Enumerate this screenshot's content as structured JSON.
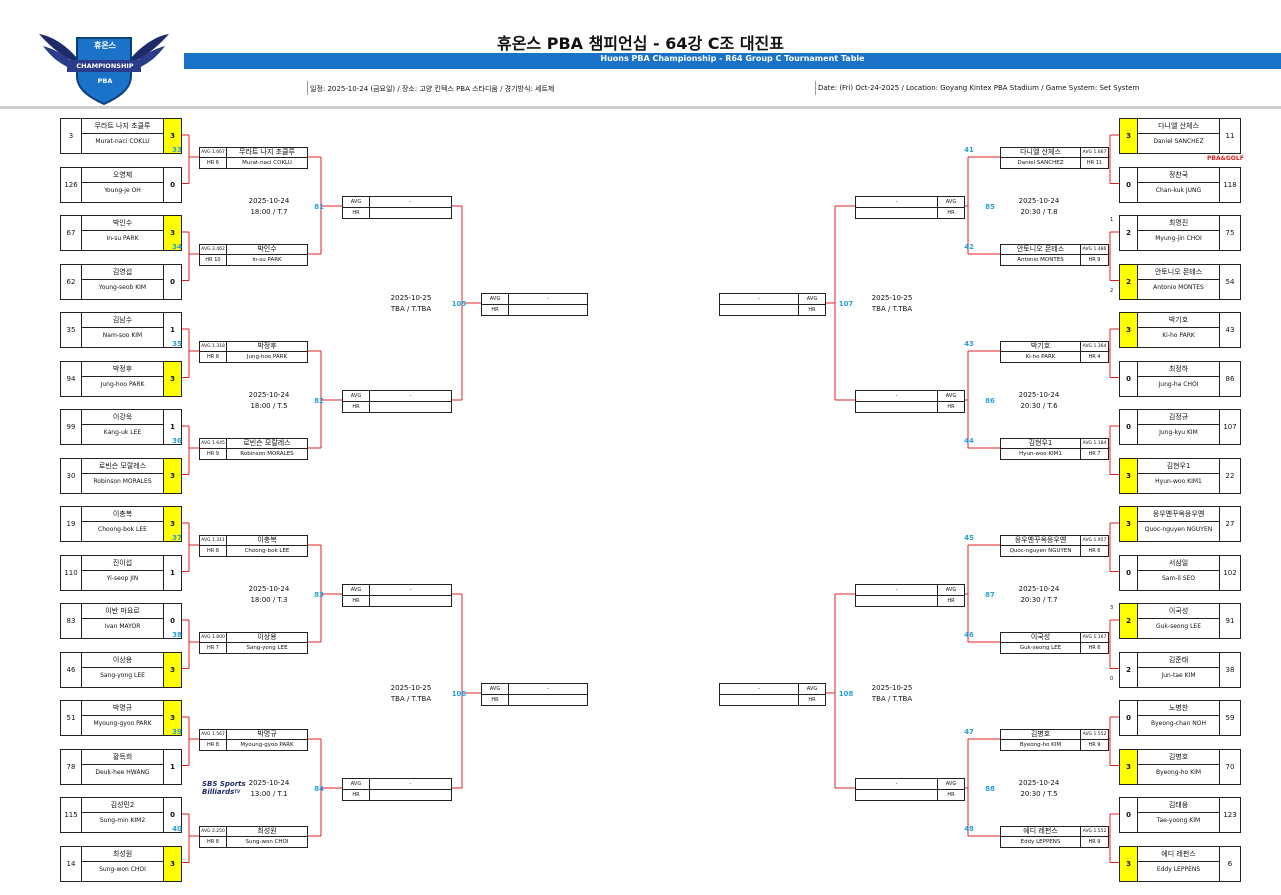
{
  "header": {
    "title": "휴온스 PBA 챔피언십 - 64강 C조 대진표",
    "subtitle": "Huons PBA Championship - R64 Group C Tournament Table",
    "info_kr": "일정: 2025-10-24 (금요일) / 장소: 고양 킨텍스 PBA 스타디움 / 경기방식: 세트제",
    "info_en": "Date: (Fri) Oct-24-2025 / Location: Goyang Kintex PBA Stadium / Game System: Set System",
    "logo_brand": "휴온스",
    "logo_event": "CHAMPIONSHIP",
    "logo_org": "PBA"
  },
  "labels": {
    "avg": "AVG",
    "hr": "HR",
    "dash": "-"
  },
  "sponsors": {
    "pba_golf": "PBA&GOLF",
    "sbs_line1": "SBS Sports",
    "sbs_line2": "Billiards",
    "sbs_tv": "TV"
  },
  "colors": {
    "winner": "#ffff00",
    "match_no": "#29a0d8",
    "bar": "#1a73c8",
    "connector": "#e02020"
  },
  "left_players": [
    {
      "seed": "3",
      "kr": "무라트 나지 초클루",
      "en": "Murat-naci COKLU",
      "score": "3",
      "win": true
    },
    {
      "seed": "126",
      "kr": "오영제",
      "en": "Young-je OH",
      "score": "0",
      "win": false
    },
    {
      "seed": "67",
      "kr": "박인수",
      "en": "In-su PARK",
      "score": "3",
      "win": true
    },
    {
      "seed": "62",
      "kr": "김영섭",
      "en": "Young-seob KIM",
      "score": "0",
      "win": false
    },
    {
      "seed": "35",
      "kr": "김남수",
      "en": "Nam-soo KIM",
      "score": "1",
      "win": false
    },
    {
      "seed": "94",
      "kr": "박정후",
      "en": "Jung-hoo PARK",
      "score": "3",
      "win": true
    },
    {
      "seed": "99",
      "kr": "이강욱",
      "en": "Kang-uk LEE",
      "score": "1",
      "win": false
    },
    {
      "seed": "30",
      "kr": "로빈슨 모랄레스",
      "en": "Robinson MORALES",
      "score": "3",
      "win": true
    },
    {
      "seed": "19",
      "kr": "이충복",
      "en": "Choong-bok LEE",
      "score": "3",
      "win": true
    },
    {
      "seed": "110",
      "kr": "진이섭",
      "en": "Yi-seop JIN",
      "score": "1",
      "win": false
    },
    {
      "seed": "83",
      "kr": "이반 마요르",
      "en": "Ivan MAYOR",
      "score": "0",
      "win": false
    },
    {
      "seed": "46",
      "kr": "이상용",
      "en": "Sang-yong LEE",
      "score": "3",
      "win": true
    },
    {
      "seed": "51",
      "kr": "박명규",
      "en": "Myoung-gyoo PARK",
      "score": "3",
      "win": true
    },
    {
      "seed": "78",
      "kr": "황득희",
      "en": "Deuk-hee HWANG",
      "score": "1",
      "win": false
    },
    {
      "seed": "115",
      "kr": "김성민2",
      "en": "Sung-min KIM2",
      "score": "0",
      "win": false
    },
    {
      "seed": "14",
      "kr": "최성원",
      "en": "Sung-won CHOI",
      "score": "3",
      "win": true
    }
  ],
  "right_players": [
    {
      "seed": "11",
      "kr": "다니엘 산체스",
      "en": "Daniel SANCHEZ",
      "score": "3",
      "win": true,
      "note": ""
    },
    {
      "seed": "118",
      "kr": "정찬국",
      "en": "Chan-kuk JUNG",
      "score": "0",
      "win": false,
      "note": ""
    },
    {
      "seed": "75",
      "kr": "최명진",
      "en": "Myung-jin CHOI",
      "score": "2",
      "win": false,
      "note": "1"
    },
    {
      "seed": "54",
      "kr": "안토니오 몬테스",
      "en": "Antonio MONTES",
      "score": "2",
      "win": true,
      "note": "2"
    },
    {
      "seed": "43",
      "kr": "박기호",
      "en": "Ki-ho PARK",
      "score": "3",
      "win": true,
      "note": ""
    },
    {
      "seed": "86",
      "kr": "최정하",
      "en": "Jung-ha CHOI",
      "score": "0",
      "win": false,
      "note": ""
    },
    {
      "seed": "107",
      "kr": "김정규",
      "en": "Jung-kyu KIM",
      "score": "0",
      "win": false,
      "note": ""
    },
    {
      "seed": "22",
      "kr": "김현우1",
      "en": "Hyun-woo KIM1",
      "score": "3",
      "win": true,
      "note": ""
    },
    {
      "seed": "27",
      "kr": "응우옌꾸옥응우옌",
      "en": "Quoc-nguyen NGUYEN",
      "score": "3",
      "win": true,
      "note": ""
    },
    {
      "seed": "102",
      "kr": "서삼일",
      "en": "Sam-il SEO",
      "score": "0",
      "win": false,
      "note": ""
    },
    {
      "seed": "91",
      "kr": "이국성",
      "en": "Guk-seong LEE",
      "score": "2",
      "win": true,
      "note": "3"
    },
    {
      "seed": "38",
      "kr": "김준태",
      "en": "Jun-tae KIM",
      "score": "2",
      "win": false,
      "note": "0"
    },
    {
      "seed": "59",
      "kr": "노병찬",
      "en": "Byeong-chan NOH",
      "score": "0",
      "win": false,
      "note": ""
    },
    {
      "seed": "70",
      "kr": "김병호",
      "en": "Byeong-ho KIM",
      "score": "3",
      "win": true,
      "note": ""
    },
    {
      "seed": "123",
      "kr": "김태융",
      "en": "Tae-yoong KIM",
      "score": "0",
      "win": false,
      "note": ""
    },
    {
      "seed": "6",
      "kr": "에디 레펀스",
      "en": "Eddy LEPPENS",
      "score": "3",
      "win": true,
      "note": ""
    }
  ],
  "left_r2": [
    {
      "match": "33",
      "avg": "AVG 1.667",
      "hr": "HR 6",
      "kr": "무라트 나지 초클루",
      "en": "Murat-naci COKLU"
    },
    {
      "match": "34",
      "avg": "AVG 3.462",
      "hr": "HR 10",
      "kr": "박인수",
      "en": "In-su PARK"
    },
    {
      "match": "35",
      "avg": "AVG 1.318",
      "hr": "HR 8",
      "kr": "박정후",
      "en": "Jung-hoo PARK"
    },
    {
      "match": "36",
      "avg": "AVG 1.645",
      "hr": "HR 9",
      "kr": "로빈슨 모랄레스",
      "en": "Robinson MORALES"
    },
    {
      "match": "37",
      "avg": "AVG 1.311",
      "hr": "HR 8",
      "kr": "이충복",
      "en": "Choong-bok LEE"
    },
    {
      "match": "38",
      "avg": "AVG 1.800",
      "hr": "HR 7",
      "kr": "이상용",
      "en": "Sang-yong LEE"
    },
    {
      "match": "39",
      "avg": "AVG 1.567",
      "hr": "HR 8",
      "kr": "박명규",
      "en": "Myoung-gyoo PARK"
    },
    {
      "match": "40",
      "avg": "AVG 2.250",
      "hr": "HR 8",
      "kr": "최성원",
      "en": "Sung-won CHOI"
    }
  ],
  "right_r2": [
    {
      "match": "41",
      "avg": "AVG 1.667",
      "hr": "HR 11",
      "kr": "다니엘 산체스",
      "en": "Daniel SANCHEZ"
    },
    {
      "match": "42",
      "avg": "AVG 1.486",
      "hr": "HR 9",
      "kr": "안토니오 몬테스",
      "en": "Antonio MONTES"
    },
    {
      "match": "43",
      "avg": "AVG 1.364",
      "hr": "HR 4",
      "kr": "박기호",
      "en": "Ki-ho PARK"
    },
    {
      "match": "44",
      "avg": "AVG 1.184",
      "hr": "HR 7",
      "kr": "김현우1",
      "en": "Hyun-woo KIM1"
    },
    {
      "match": "45",
      "avg": "AVG 1.957",
      "hr": "HR 6",
      "kr": "응우옌꾸옥응우옌",
      "en": "Quoc-nguyen NGUYEN"
    },
    {
      "match": "46",
      "avg": "AVG 1.167",
      "hr": "HR 6",
      "kr": "이국성",
      "en": "Guk-seong LEE"
    },
    {
      "match": "47",
      "avg": "AVG 1.552",
      "hr": "HR 9",
      "kr": "김병호",
      "en": "Byeong-ho KIM"
    },
    {
      "match": "48",
      "avg": "AVG 1.552",
      "hr": "HR 9",
      "kr": "에디 레펀스",
      "en": "Eddy LEPPENS"
    }
  ],
  "left_r3": [
    {
      "match": "81",
      "date": "2025-10-24",
      "time": "18:00 / T.7"
    },
    {
      "match": "82",
      "date": "2025-10-24",
      "time": "18:00 / T.5"
    },
    {
      "match": "83",
      "date": "2025-10-24",
      "time": "18:00 / T.3"
    },
    {
      "match": "84",
      "date": "2025-10-24",
      "time": "13:00 / T.1"
    }
  ],
  "right_r3": [
    {
      "match": "85",
      "date": "2025-10-24",
      "time": "20:30 / T.8"
    },
    {
      "match": "86",
      "date": "2025-10-24",
      "time": "20:30 / T.6"
    },
    {
      "match": "87",
      "date": "2025-10-24",
      "time": "20:30 / T.7"
    },
    {
      "match": "88",
      "date": "2025-10-24",
      "time": "20:30 / T.5"
    }
  ],
  "left_r4": [
    {
      "match": "105",
      "date": "2025-10-25",
      "time": "TBA / T.TBA"
    },
    {
      "match": "106",
      "date": "2025-10-25",
      "time": "TBA / T.TBA"
    }
  ],
  "right_r4": [
    {
      "match": "107",
      "date": "2025-10-25",
      "time": "TBA / T.TBA"
    },
    {
      "match": "108",
      "date": "2025-10-25",
      "time": "TBA / T.TBA"
    }
  ]
}
